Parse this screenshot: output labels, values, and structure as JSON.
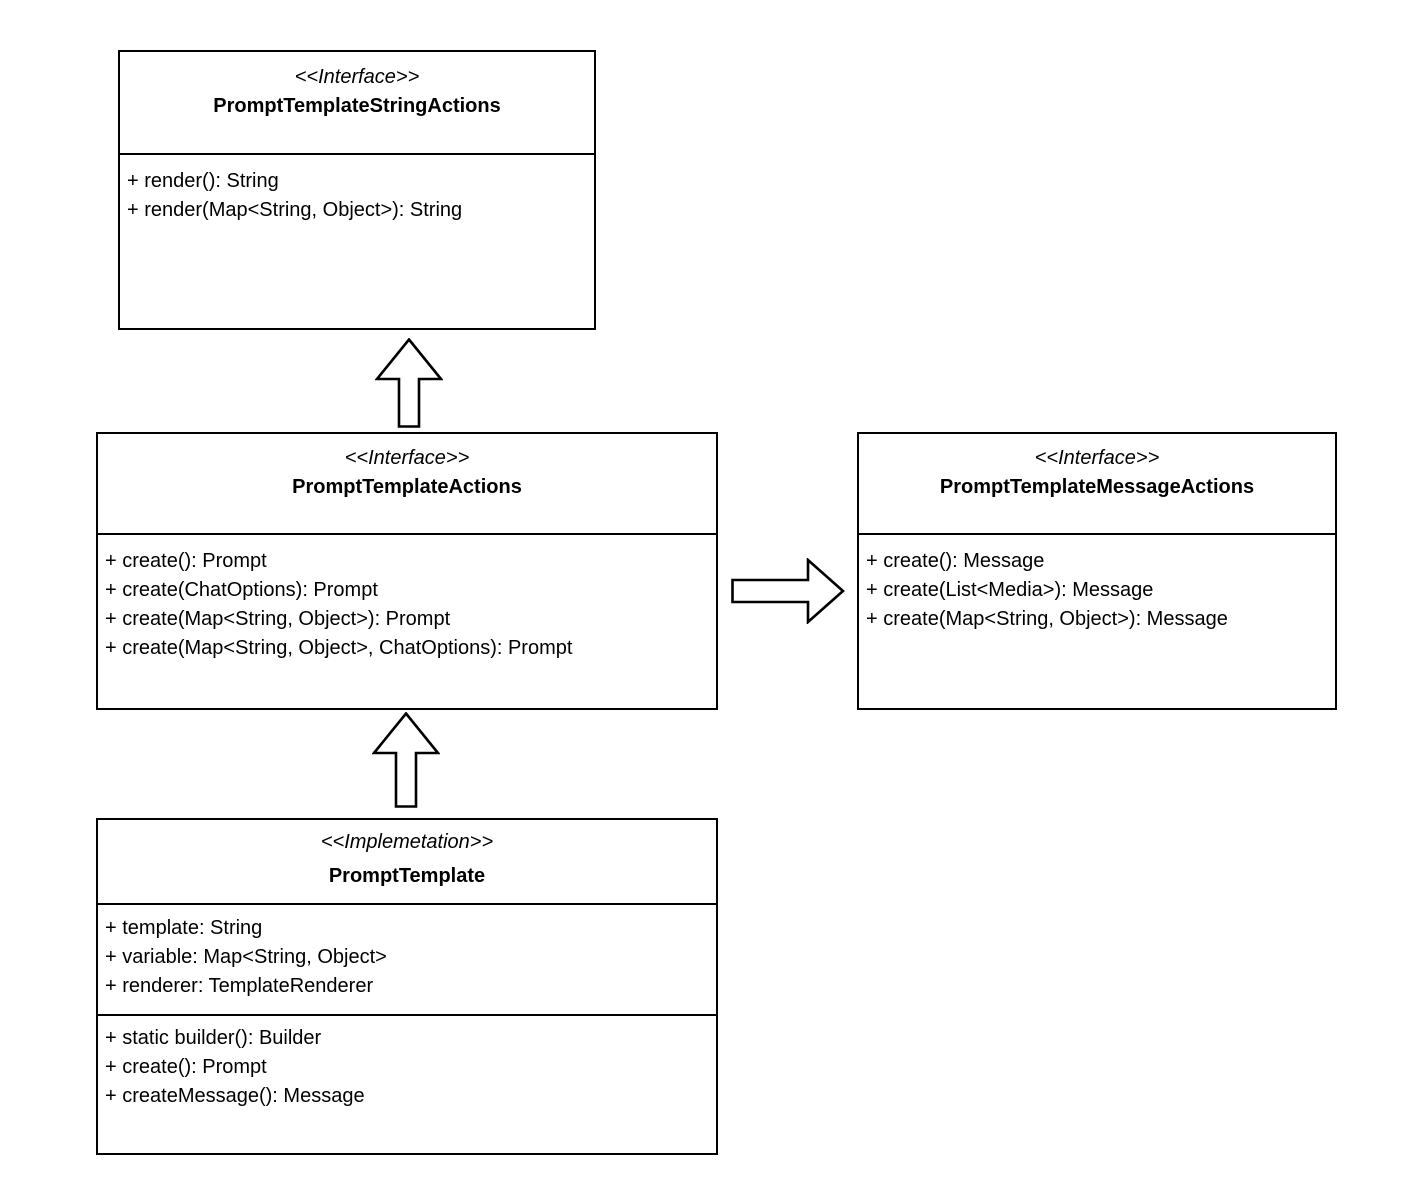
{
  "classes": {
    "stringActions": {
      "stereotype": "<<Interface>>",
      "name": "PromptTemplateStringActions",
      "methods": [
        "+ render(): String",
        "+ render(Map<String, Object>): String"
      ]
    },
    "templateActions": {
      "stereotype": "<<Interface>>",
      "name": "PromptTemplateActions",
      "methods": [
        "+ create(): Prompt",
        "+ create(ChatOptions): Prompt",
        "+ create(Map<String, Object>): Prompt",
        "+ create(Map<String, Object>, ChatOptions): Prompt"
      ]
    },
    "messageActions": {
      "stereotype": "<<Interface>>",
      "name": "PromptTemplateMessageActions",
      "methods": [
        "+ create(): Message",
        "+ create(List<Media>): Message",
        "+ create(Map<String, Object>): Message"
      ]
    },
    "promptTemplate": {
      "stereotype": "<<Implemetation>>",
      "name": "PromptTemplate",
      "fields": [
        "+ template: String",
        "+ variable: Map<String, Object>",
        "+ renderer: TemplateRenderer"
      ],
      "methods": [
        "+ static builder(): Builder",
        "+ create(): Prompt",
        "+ createMessage(): Message"
      ]
    }
  },
  "relations": [
    {
      "from": "PromptTemplateActions",
      "to": "PromptTemplateStringActions",
      "type": "hollow-block-arrow",
      "direction": "up"
    },
    {
      "from": "PromptTemplateActions",
      "to": "PromptTemplateMessageActions",
      "type": "hollow-block-arrow",
      "direction": "right"
    },
    {
      "from": "PromptTemplate",
      "to": "PromptTemplateActions",
      "type": "hollow-block-arrow",
      "direction": "up"
    }
  ],
  "colors": {
    "line": "#000000",
    "background": "#ffffff"
  }
}
